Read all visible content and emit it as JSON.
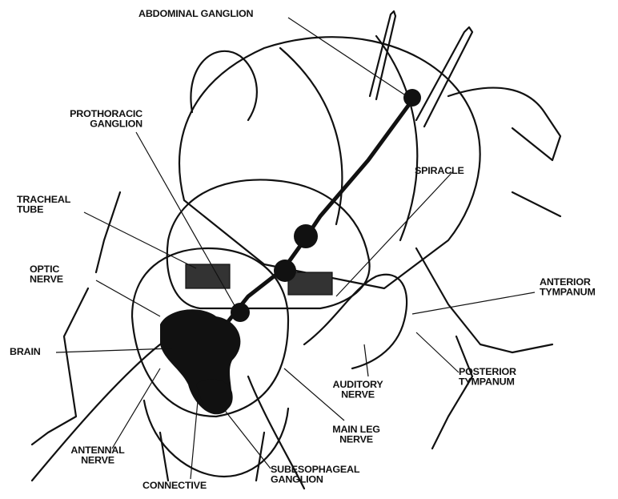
{
  "labels": {
    "abdominal_ganglion": "ABDOMINAL GANGLION",
    "prothoracic_1": "PROTHORACIC",
    "prothoracic_2": "GANGLION",
    "spiracle": "SPIRACLE",
    "tracheal_1": "TRACHEAL",
    "tracheal_2": "TUBE",
    "optic_1": "OPTIC",
    "optic_2": "NERVE",
    "brain": "BRAIN",
    "anterior_1": "ANTERIOR",
    "anterior_2": "TYMPANUM",
    "posterior_1": "POSTERIOR",
    "posterior_2": "TYMPANUM",
    "auditory_1": "AUDITORY",
    "auditory_2": "NERVE",
    "main_leg_1": "MAIN LEG",
    "main_leg_2": "NERVE",
    "antennal_1": "ANTENNAL",
    "antennal_2": "NERVE",
    "subesophageal_1": "SUBESOPHAGEAL",
    "subesophageal_2": "GANGLION",
    "connective": "CONNECTIVE"
  },
  "colors": {
    "ink": "#111111",
    "paper": "#ffffff"
  }
}
